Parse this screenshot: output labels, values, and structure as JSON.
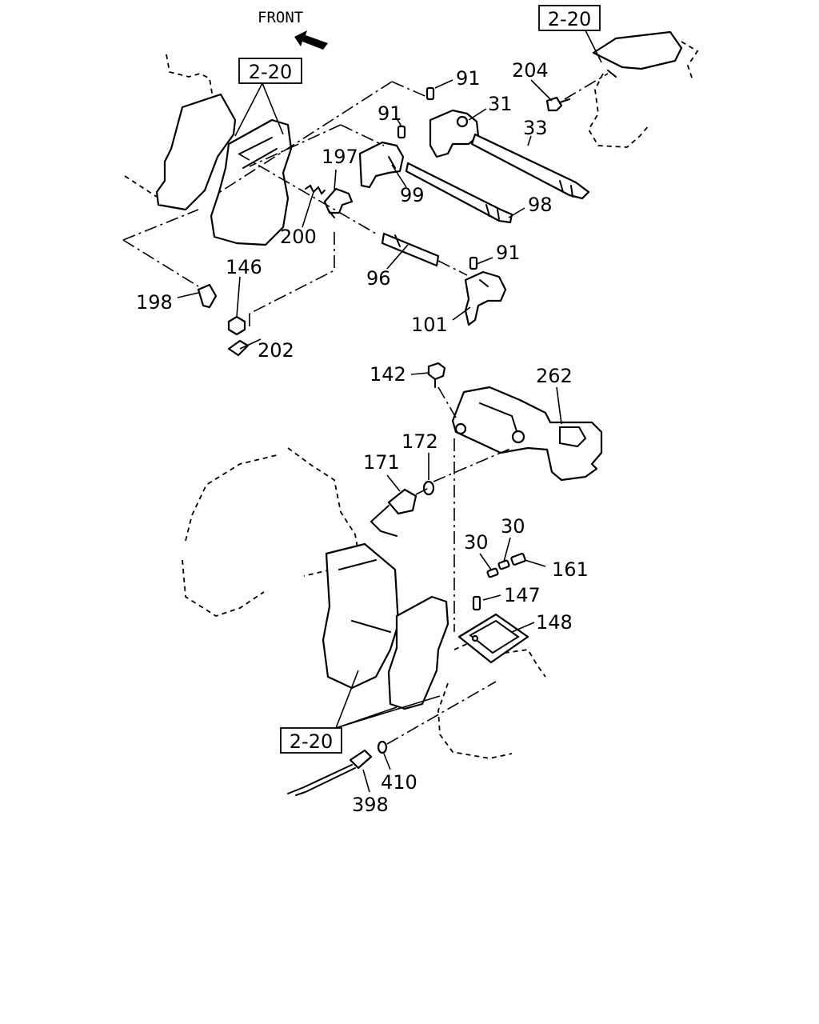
{
  "orientation": {
    "label": "FRONT",
    "icon": "arrow-up-left-icon"
  },
  "section_refs": [
    "2-20",
    "2-20",
    "2-20"
  ],
  "callouts": {
    "p91a": "91",
    "p204": "204",
    "p31": "31",
    "p91b": "91",
    "p33": "33",
    "p197": "197",
    "p99": "99",
    "p98": "98",
    "p200": "200",
    "p146": "146",
    "p91c": "91",
    "p96": "96",
    "p198": "198",
    "p101": "101",
    "p202": "202",
    "p142": "142",
    "p262": "262",
    "p172": "172",
    "p171": "171",
    "p30a": "30",
    "p30b": "30",
    "p161": "161",
    "p147": "147",
    "p148": "148",
    "p410": "410",
    "p398": "398"
  },
  "colors": {
    "ink": "#000000",
    "paper": "#ffffff"
  }
}
